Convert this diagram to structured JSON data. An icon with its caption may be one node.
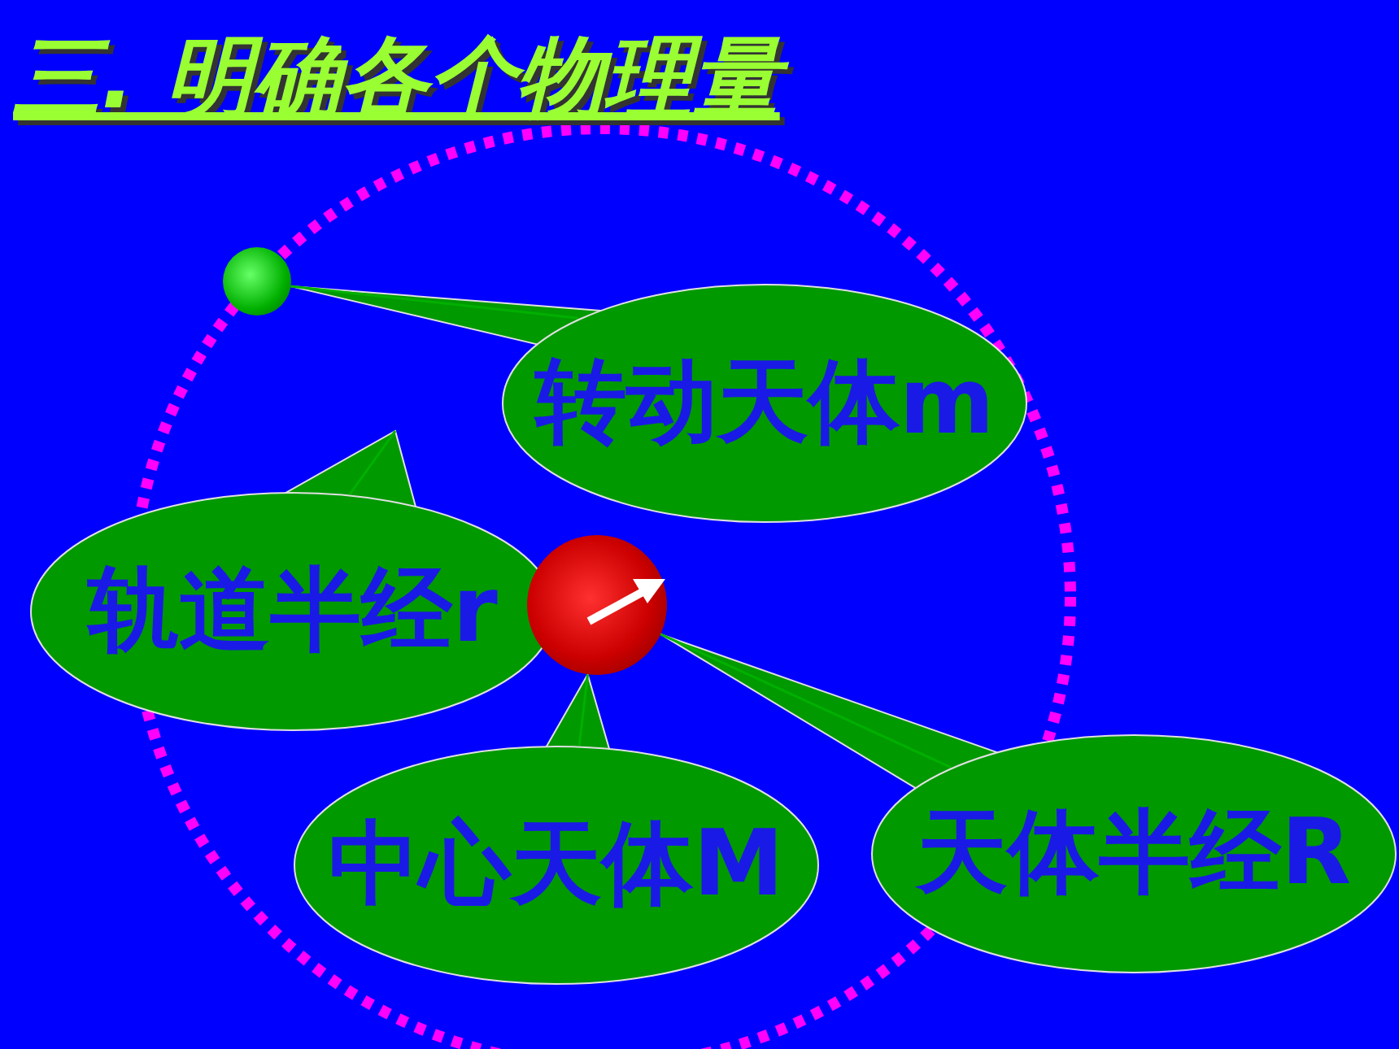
{
  "diagram": {
    "title": "三. 明确各个物理量",
    "nodes": [
      {
        "text": [],
        "shape": "circle"
      },
      {
        "text": [
          "转动天体m"
        ]
      },
      {
        "text": [
          "轨道半经r"
        ]
      },
      {
        "text": [],
        "shape": "circle"
      },
      {
        "text": [
          "中心天体M"
        ]
      },
      {
        "text": [
          "天体半经R"
        ]
      }
    ],
    "edges": [
      {
        "from": 1,
        "to": 0,
        "arrow": "none"
      },
      {
        "from": 2,
        "to": null,
        "arrow": "none"
      },
      {
        "from": 4,
        "to": 3,
        "arrow": "none"
      },
      {
        "from": 5,
        "to": 3,
        "arrow": "none"
      }
    ]
  }
}
